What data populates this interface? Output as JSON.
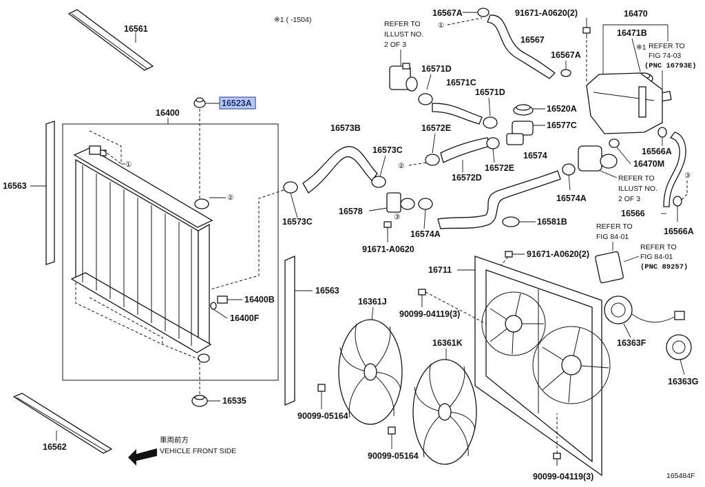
{
  "diagram": {
    "header_note": "※1 (     -1504)",
    "figure_code": "165484F",
    "front_label_jp": "車両前方",
    "front_label_en": "VEHICLE FRONT SIDE",
    "selected_part": "16523A",
    "parts": {
      "p16561": "16561",
      "p16523A": "16523A",
      "p16400": "16400",
      "p16563a": "16563",
      "p16563b": "16563",
      "p16400B": "16400B",
      "p16400F": "16400F",
      "p16535": "16535",
      "p16562": "16562",
      "p16567A_1": "16567A",
      "p91671_1": "91671-A0620(2)",
      "p16567": "16567",
      "p16567A_2": "16567A",
      "p16470": "16470",
      "p16471B": "16471B",
      "p16571D_1": "16571D",
      "p16571C": "16571C",
      "p16571D_2": "16571D",
      "p16520A": "16520A",
      "p16577C": "16577C",
      "p16573B": "16573B",
      "p16572E_1": "16572E",
      "p16573C_1": "16573C",
      "p16572E_2": "16572E",
      "p16572D": "16572D",
      "p16574": "16574",
      "p16566A_1": "16566A",
      "p16470M": "16470M",
      "p16573C_2": "16573C",
      "p16578": "16578",
      "p16574A_1": "16574A",
      "p16574A_2": "16574A",
      "p91671_2": "91671-A0620",
      "p16581B": "16581B",
      "p16566": "16566",
      "p16566A_2": "16566A",
      "p16711": "16711",
      "p91671_3": "91671-A0620(2)",
      "p16361J": "16361J",
      "p16361K": "16361K",
      "p90099_04119a": "90099-04119(3)",
      "p90099_05164a": "90099-05164",
      "p90099_05164b": "90099-05164",
      "p90099_04119b": "90099-04119(3)",
      "p16363F": "16363F",
      "p16363G": "16363G"
    },
    "refer_notes": {
      "illust_a": [
        "REFER TO",
        "ILLUST NO.",
        "2 OF 3"
      ],
      "illust_b": [
        "REFER TO",
        "ILLUST NO.",
        "2 OF 3"
      ],
      "fig_74": [
        "REFER TO",
        "FIG 74-03",
        "(PNC 16793E)"
      ],
      "fig_84a": [
        "REFER TO",
        "FIG 84-01"
      ],
      "fig_84b": [
        "REFER TO",
        "FIG 84-01",
        "(PNC 89257)"
      ]
    },
    "markers": {
      "m1_rad": "①",
      "m2_rad": "②",
      "m1_hose": "①",
      "m2_hose": "②",
      "m3_hose": "③",
      "m3_res": "③",
      "ref_mark": "※1"
    }
  }
}
